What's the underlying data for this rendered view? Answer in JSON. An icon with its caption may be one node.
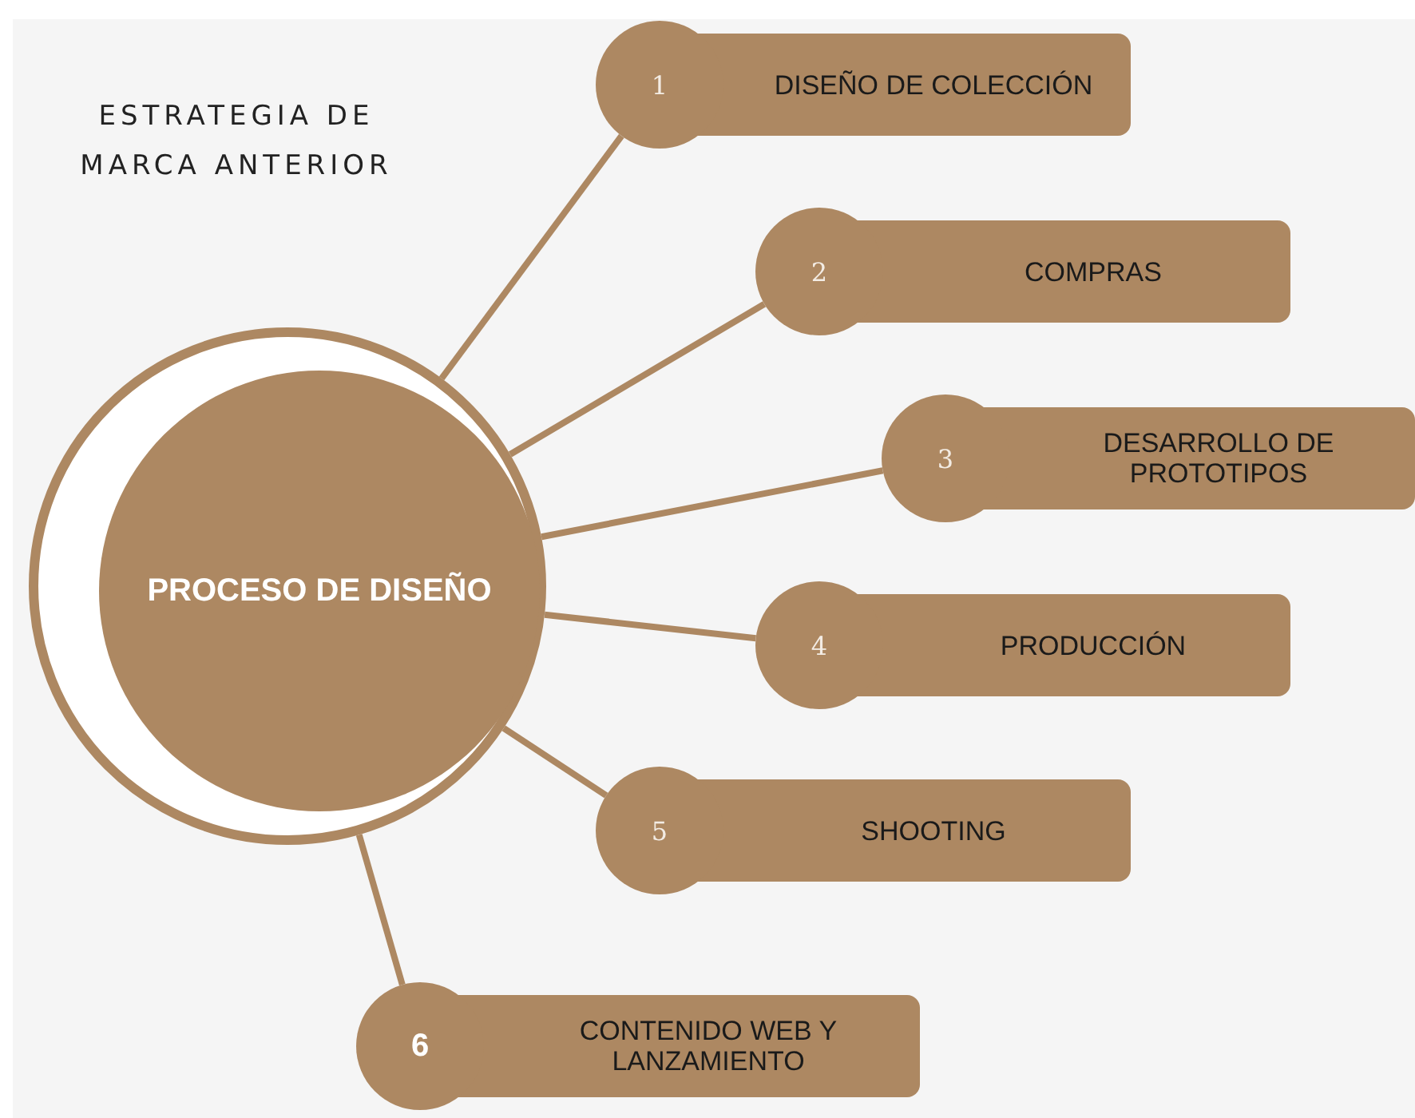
{
  "diagram": {
    "title": "ESTRATEGIA DE MARCA ANTERIOR",
    "nodes": [
      {
        "text": [
          "PROCESO DE DISEÑO"
        ]
      },
      {
        "text": [
          "1",
          "DISEÑO DE COLECCIÓN"
        ]
      },
      {
        "text": [
          "2",
          "COMPRAS"
        ]
      },
      {
        "text": [
          "3",
          "DESARROLLO DE PROTOTIPOS"
        ]
      },
      {
        "text": [
          "4",
          "PRODUCCIÓN"
        ]
      },
      {
        "text": [
          "5",
          "SHOOTING"
        ]
      },
      {
        "text": [
          "6",
          "CONTENIDO WEB Y LANZAMIENTO"
        ]
      }
    ],
    "edges": [
      {
        "from": 0,
        "to": 1,
        "arrow": "none"
      },
      {
        "from": 0,
        "to": 2,
        "arrow": "none"
      },
      {
        "from": 0,
        "to": 3,
        "arrow": "none"
      },
      {
        "from": 0,
        "to": 4,
        "arrow": "none"
      },
      {
        "from": 0,
        "to": 5,
        "arrow": "none"
      },
      {
        "from": 0,
        "to": 6,
        "arrow": "none"
      }
    ]
  }
}
